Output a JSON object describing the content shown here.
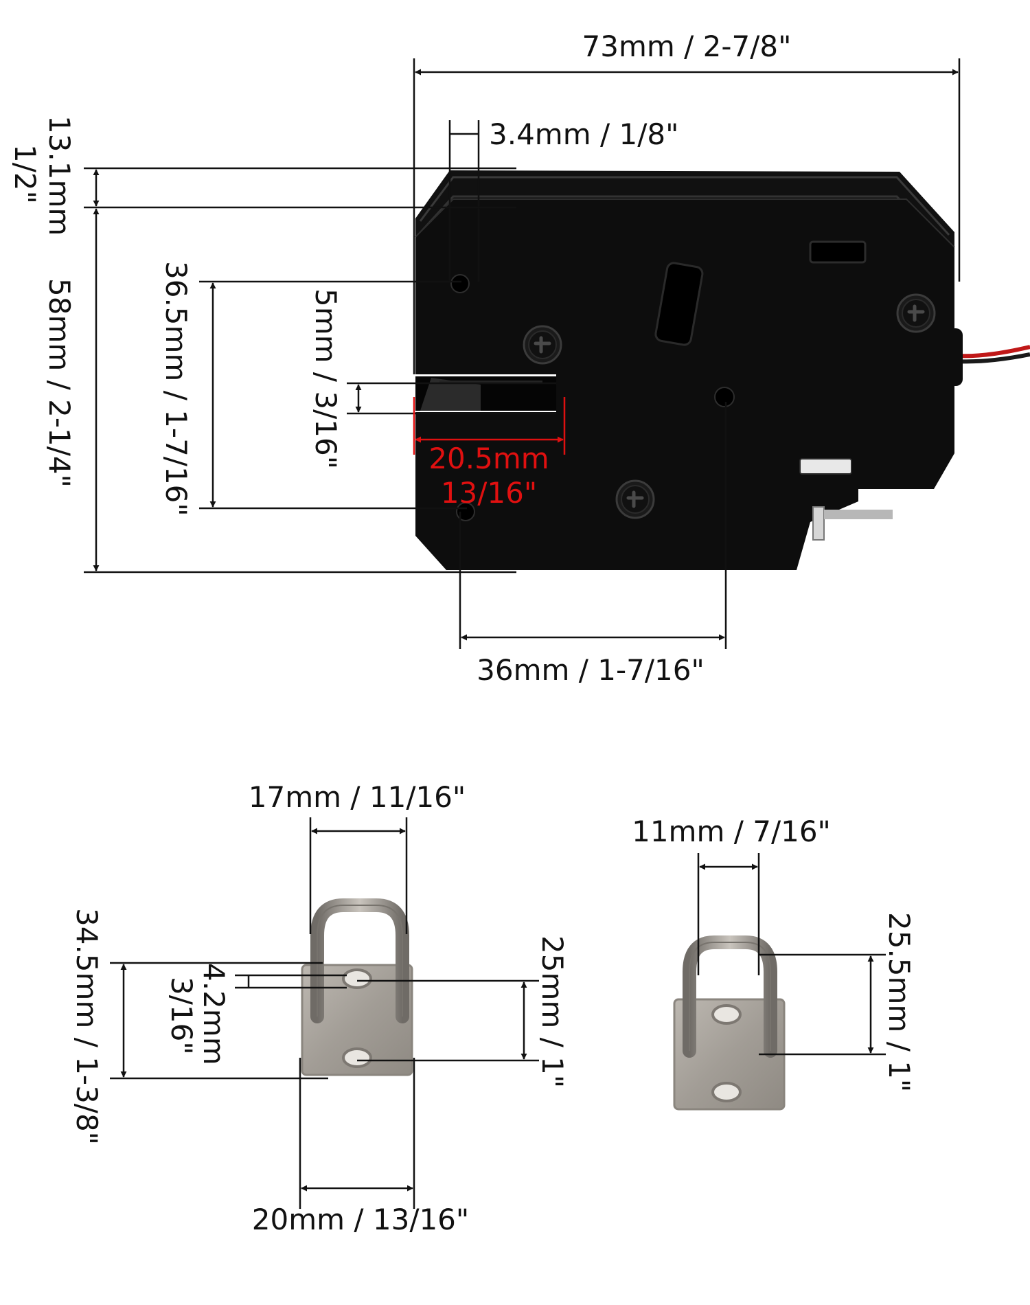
{
  "dimensions": {
    "overall_width": "73mm / 2-7/8\"",
    "slot_offset": "3.4mm / 1/8\"",
    "top_step_mm": "13.1mm",
    "top_step_in": "1/2\"",
    "overall_height": "58mm / 2-1/4\"",
    "hole_spacing": "36.5mm / 1-7/16\"",
    "latch_gap": "5mm / 3/16\"",
    "latch_depth_mm": "20.5mm",
    "latch_depth_in": "13/16\"",
    "hole_to_center": "36mm / 1-7/16\"",
    "staple1_width": "17mm / 11/16\"",
    "staple1_height": "34.5mm / 1-3/8\"",
    "staple1_hole_mm": "4.2mm",
    "staple1_hole_in": "3/16\"",
    "staple1_hole_spacing": "25mm / 1\"",
    "staple1_plate_width": "20mm / 13/16\"",
    "staple2_width": "11mm / 7/16\"",
    "staple2_height": "25.5mm / 1\""
  },
  "colors": {
    "lock_body": "#0d0d0d",
    "lock_face": "#151515",
    "metal": "#a9a49d",
    "highlight": "#e01010"
  },
  "icons": [
    "phillips-screw-icon",
    "latch-bolt-icon",
    "wire-icon"
  ]
}
